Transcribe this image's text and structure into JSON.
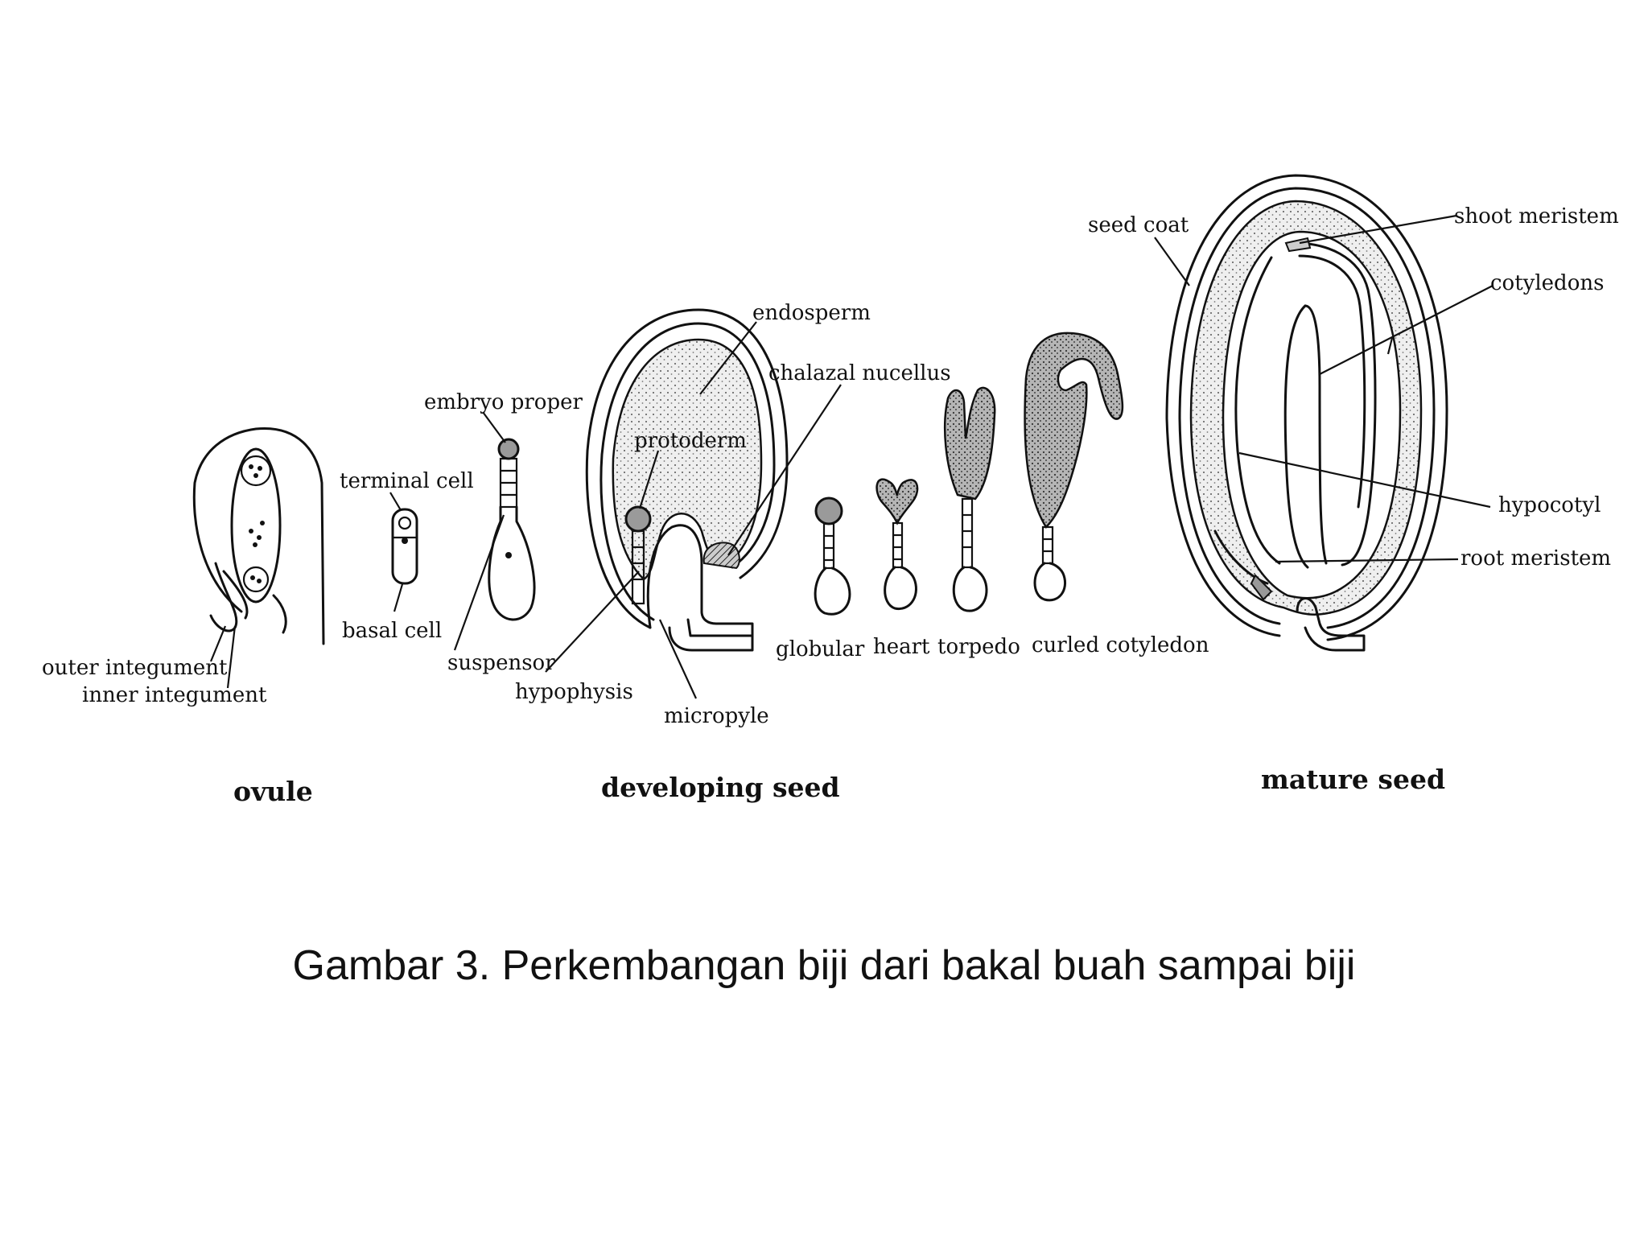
{
  "caption": "Gambar 3. Perkembangan biji dari bakal buah sampai biji",
  "groups": {
    "ovule": "ovule",
    "developing_seed": "developing seed",
    "mature_seed": "mature seed"
  },
  "labels": {
    "outer_integument": "outer integument",
    "inner_integument": "inner integument",
    "terminal_cell": "terminal cell",
    "basal_cell": "basal cell",
    "embryo_proper": "embryo proper",
    "suspensor": "suspensor",
    "endosperm": "endosperm",
    "chalazal_nucellus": "chalazal nucellus",
    "protoderm": "protoderm",
    "hypophysis": "hypophysis",
    "micropyle": "micropyle",
    "globular": "globular",
    "heart": "heart",
    "torpedo": "torpedo",
    "curled_cotyledon": "curled cotyledon",
    "seed_coat": "seed coat",
    "shoot_meristem": "shoot meristem",
    "cotyledons": "cotyledons",
    "hypocotyl": "hypocotyl",
    "root_meristem": "root meristem"
  }
}
